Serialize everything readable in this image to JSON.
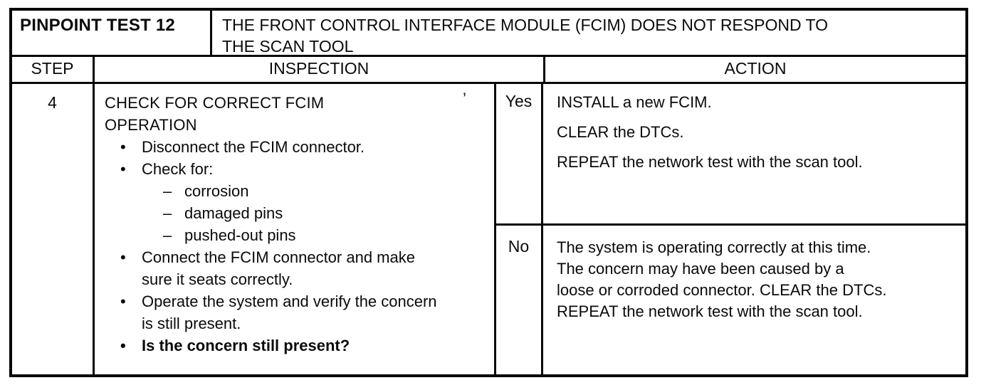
{
  "artifacts": {
    "stray_mark": "’"
  },
  "pinpoint_test": {
    "label": "PINPOINT TEST 12",
    "title_lines": [
      "THE FRONT CONTROL INTERFACE MODULE (FCIM) DOES NOT RESPOND TO",
      "THE SCAN TOOL"
    ],
    "columns": {
      "step": "STEP",
      "inspection": "INSPECTION",
      "action": "ACTION"
    },
    "step": {
      "number": "4",
      "inspection": {
        "heading_lines": [
          "CHECK FOR CORRECT FCIM",
          "OPERATION"
        ],
        "bullets": [
          {
            "level": 1,
            "marker": "•",
            "text": "Disconnect the FCIM connector."
          },
          {
            "level": 1,
            "marker": "•",
            "text": "Check for:"
          },
          {
            "level": 2,
            "marker": "–",
            "text": "corrosion"
          },
          {
            "level": 2,
            "marker": "–",
            "text": "damaged pins"
          },
          {
            "level": 2,
            "marker": "–",
            "text": "pushed-out pins"
          },
          {
            "level": 1,
            "marker": "•",
            "text": "Connect the FCIM connector and make sure it seats correctly."
          },
          {
            "level": 1,
            "marker": "•",
            "text": "Operate the system and verify the concern is still present."
          },
          {
            "level": 1,
            "marker": "•",
            "text": "Is the concern still present?",
            "bold": true
          }
        ]
      },
      "outcomes": [
        {
          "answer": "Yes",
          "action_paragraphs": [
            "INSTALL a new FCIM.",
            "CLEAR the DTCs.",
            "REPEAT the network test with the scan tool."
          ]
        },
        {
          "answer": "No",
          "action_lines": [
            "The system is operating correctly at this time.",
            "The concern may have been caused by a",
            "loose or corroded connector. CLEAR the DTCs.",
            "REPEAT the network test with the scan tool."
          ]
        }
      ]
    }
  }
}
